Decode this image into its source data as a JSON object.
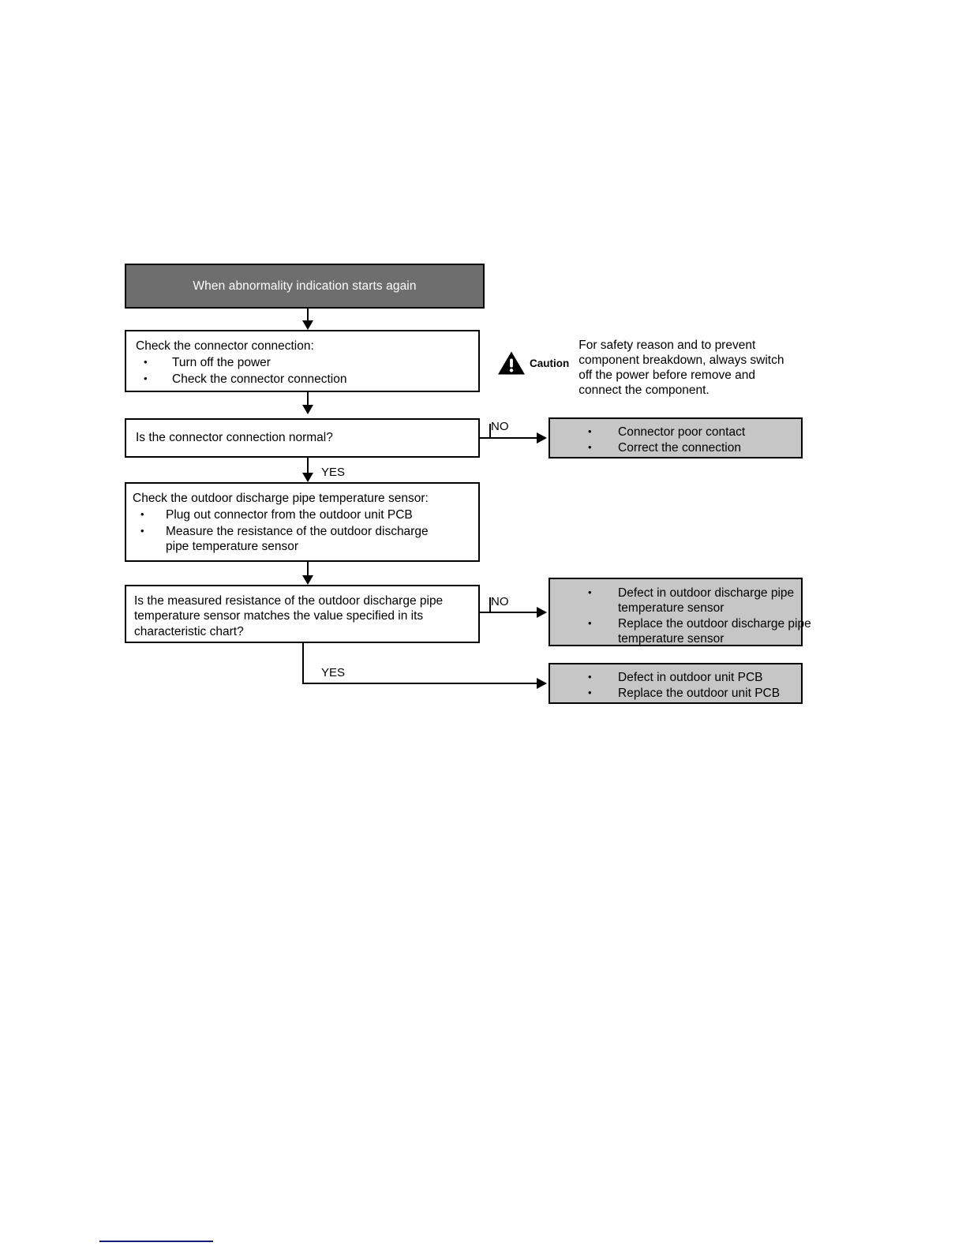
{
  "flowchart": {
    "title": "When abnormality indication starts again",
    "steps": {
      "check_connector": {
        "lead": "Check the connector connection:",
        "bullets": [
          "Turn off the power",
          "Check the connector connection"
        ]
      },
      "q_connector_normal": {
        "question": "Is the connector connection normal?"
      },
      "check_sensor": {
        "lead": "Check the outdoor discharge pipe temperature sensor:",
        "bullets": [
          "Plug out connector from the outdoor unit PCB",
          "Measure the resistance of the outdoor discharge pipe temperature sensor"
        ]
      },
      "q_resistance_match": {
        "question": "Is the measured resistance of the outdoor discharge pipe temperature sensor matches the value specified in its characteristic chart?"
      }
    },
    "results": {
      "connector_fault": [
        "Connector poor contact",
        "Correct the connection"
      ],
      "sensor_fault": [
        "Defect in outdoor discharge pipe temperature sensor",
        "Replace the outdoor discharge pipe temperature sensor"
      ],
      "pcb_fault": [
        "Defect in outdoor unit PCB",
        "Replace the outdoor unit PCB"
      ]
    },
    "edge_labels": {
      "no_1": "NO",
      "yes_1": "YES",
      "no_2": "NO",
      "yes_2": "YES"
    },
    "caution": {
      "label": "Caution",
      "icon": "warning-triangle-icon",
      "text": "For safety reason and to prevent component breakdown, always switch off the power before remove and connect the component."
    },
    "colors": {
      "header_fill": "#6e6e6e",
      "result_fill": "#c6c6c6",
      "stroke": "#000000",
      "footer_rule": "#1a1a7a"
    }
  }
}
